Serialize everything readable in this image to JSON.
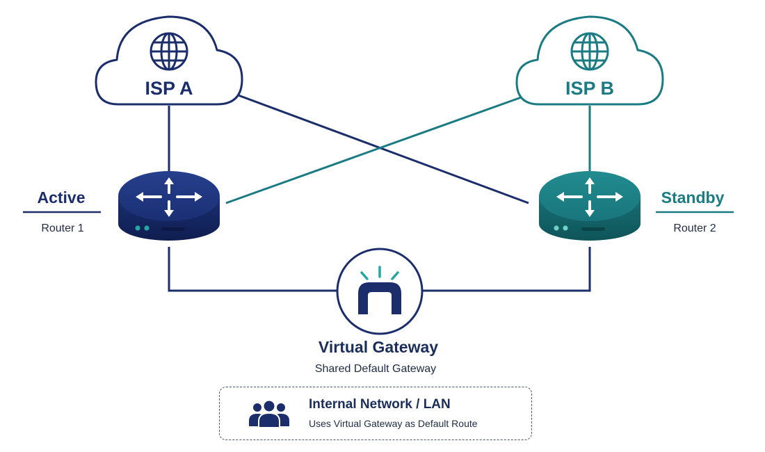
{
  "isp_a": {
    "label": "ISP A"
  },
  "isp_b": {
    "label": "ISP B"
  },
  "router_1": {
    "role": "Active",
    "name": "Router 1"
  },
  "router_2": {
    "role": "Standby",
    "name": "Router 2"
  },
  "virtual_gateway": {
    "title": "Virtual Gateway",
    "subtitle": "Shared Default Gateway"
  },
  "lan": {
    "title": "Internal Network / LAN",
    "subtitle": "Uses Virtual Gateway as Default Route"
  },
  "colors": {
    "navy": "#1b2d6b",
    "teal": "#1b7b83",
    "accent": "#26a6a0"
  },
  "icons": {
    "isp": "globe-icon",
    "router": "router-arrows-icon",
    "gateway": "gateway-arch-icon",
    "lan": "users-group-icon"
  }
}
